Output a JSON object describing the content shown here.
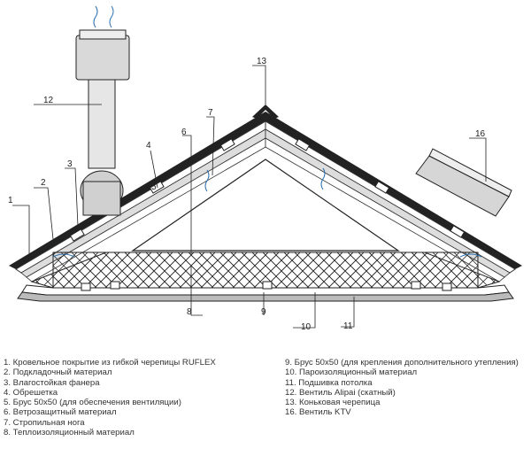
{
  "diagram": {
    "callouts": [
      "1",
      "2",
      "3",
      "4",
      "5",
      "6",
      "7",
      "8",
      "9",
      "10",
      "11",
      "12",
      "13",
      "16"
    ]
  },
  "legend": {
    "left": [
      "1. Кровельное покрытие из гибкой черепицы RUFLEX",
      "2. Подкладочный материал",
      "3. Влагостойкая фанера",
      "4. Обрешетка",
      "5. Брус 50х50 (для обеспечения вентиляции)",
      "6. Ветрозащитный материал",
      "7. Стропильная нога",
      "8. Теплоизоляционный материал"
    ],
    "right": [
      "9. Брус 50х50 (для крепления дополнительного утепления)",
      "10. Пароизоляционный материал",
      "11. Подшивка потолка",
      "12. Вентиль Alipai (скатный)",
      "13. Коньковая черепица",
      "16. Вентиль KTV"
    ]
  }
}
